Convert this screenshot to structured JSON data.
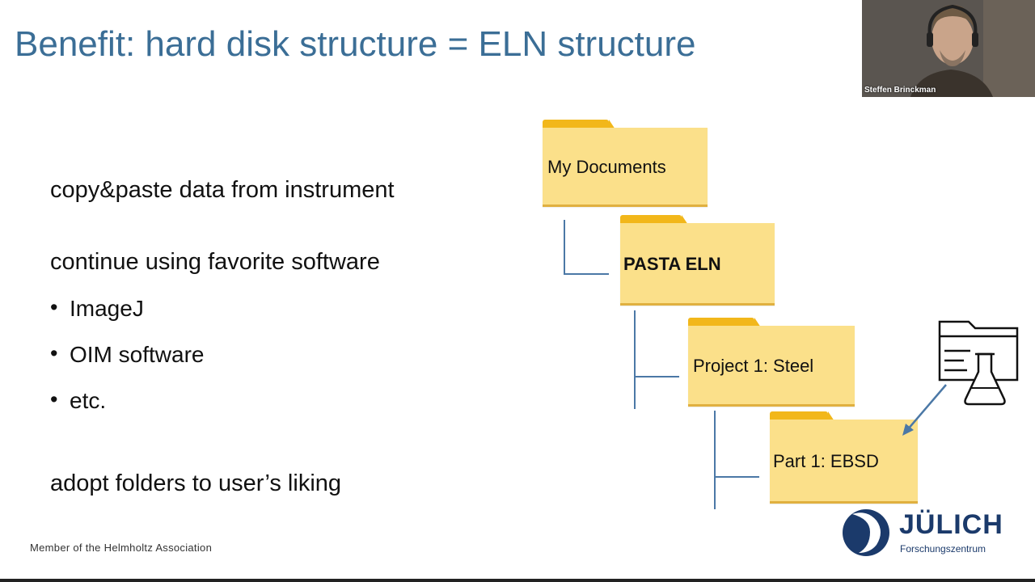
{
  "slide": {
    "title": "Benefit: hard disk structure = ELN structure",
    "lines": [
      "copy&paste data from instrument",
      "continue using favorite software",
      "adopt folders to user’s liking"
    ],
    "bullet_char": "•",
    "bullets": [
      "ImageJ",
      "OIM software",
      "etc."
    ],
    "footer": "Member of the Helmholtz Association"
  },
  "folders": [
    {
      "label": "My Documents",
      "bold": false
    },
    {
      "label": "PASTA ELN",
      "bold": true
    },
    {
      "label": "Project 1: Steel",
      "bold": false
    },
    {
      "label": "Part 1: EBSD",
      "bold": false
    }
  ],
  "logo": {
    "name": "JÜLICH",
    "subtitle": "Forschungszentrum",
    "color": "#1b3a6b"
  },
  "webcam": {
    "participant_name": "Steffen Brinckman"
  },
  "colors": {
    "title": "#3b6e96",
    "folder_tab": "#f2b71a",
    "folder_body": "#fbe08a",
    "connector": "#4b78a6"
  },
  "icons": [
    "folder-lab-icon",
    "julich-logo-icon"
  ]
}
